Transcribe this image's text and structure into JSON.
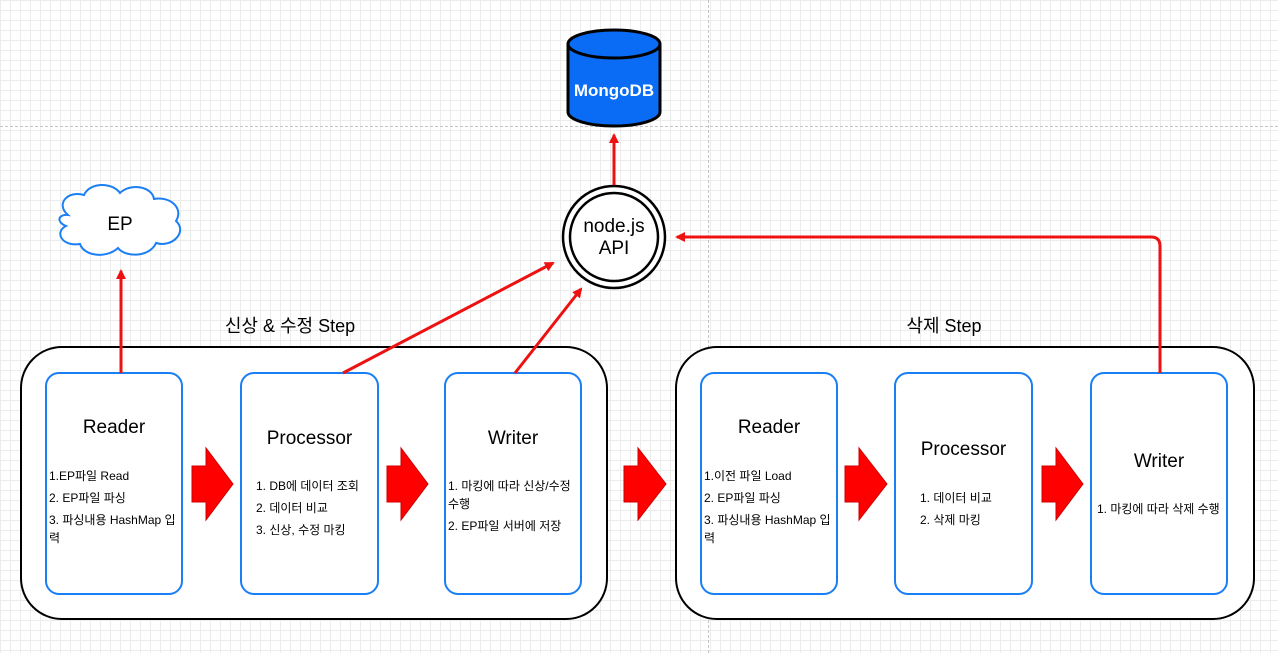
{
  "ep": {
    "label": "EP"
  },
  "db": {
    "label": "MongoDB",
    "color": "#0a6cf5"
  },
  "api": {
    "line1": "node.js",
    "line2": "API"
  },
  "groups": [
    {
      "title": "신상 & 수정 Step"
    },
    {
      "title": "삭제 Step"
    }
  ],
  "cards": [
    {
      "title": "Reader",
      "items": [
        "1.EP파일 Read",
        "2. EP파일 파싱",
        "3. 파싱내용 HashMap 입력"
      ]
    },
    {
      "title": "Processor",
      "items": [
        "1. DB에 데이터 조회",
        "2. 데이터 비교",
        "3. 신상, 수정 마킹"
      ]
    },
    {
      "title": "Writer",
      "items": [
        "1. 마킹에 따라 신상/수정 수행",
        "2. EP파일 서버에 저장"
      ]
    },
    {
      "title": "Reader",
      "items": [
        "1.이전 파일 Load",
        "2. EP파일 파싱",
        "3. 파싱내용 HashMap 입력"
      ]
    },
    {
      "title": "Processor",
      "items": [
        "1. 데이터 비교",
        "2. 삭제 마킹"
      ]
    },
    {
      "title": "Writer",
      "items": [
        "1. 마킹에 따라 삭제 수행"
      ]
    }
  ],
  "colors": {
    "arrow": "#ee1111",
    "card_border": "#1a7ff5"
  }
}
